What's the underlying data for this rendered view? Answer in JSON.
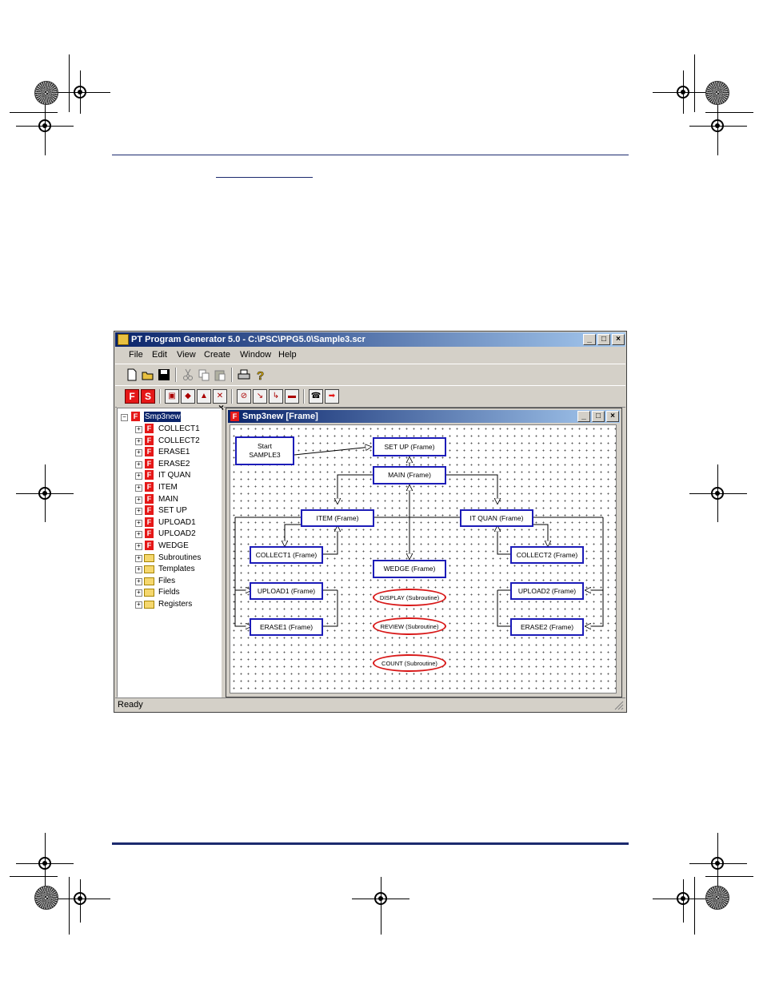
{
  "app": {
    "title": "PT Program Generator 5.0 - C:\\PSC\\PPG5.0\\Sample3.scr",
    "controls": {
      "minimize": "_",
      "maximize": "□",
      "close": "×"
    },
    "menu": [
      "File",
      "Edit",
      "View",
      "Create",
      "Window",
      "Help"
    ],
    "toolbar1": [
      "new-icon",
      "open-icon",
      "save-icon",
      "cut-icon",
      "copy-icon",
      "paste-icon",
      "print-icon",
      "help-icon"
    ],
    "toolbar2": [
      "frame-icon",
      "subroutine-icon",
      "field-icon",
      "draw1-icon",
      "draw2-icon",
      "draw3-icon",
      "link1-icon",
      "link2-icon",
      "link3-icon",
      "link4-icon",
      "phone-icon",
      "exit-icon"
    ],
    "toolbar2_glyphs": [
      "F",
      "S"
    ],
    "status": "Ready"
  },
  "tree": {
    "close": "×",
    "root": "Smp3new",
    "frames": [
      "COLLECT1",
      "COLLECT2",
      "ERASE1",
      "ERASE2",
      "IT QUAN",
      "ITEM",
      "MAIN",
      "SET UP",
      "UPLOAD1",
      "UPLOAD2",
      "WEDGE"
    ],
    "folders": [
      "Subroutines",
      "Templates",
      "Files",
      "Fields",
      "Registers"
    ]
  },
  "child": {
    "title": "Smp3new [Frame]",
    "diagram": {
      "start": [
        "Start",
        "SAMPLE3"
      ],
      "frames": {
        "setup": "SET UP (Frame)",
        "main": "MAIN (Frame)",
        "item": "ITEM (Frame)",
        "itquan": "IT QUAN (Frame)",
        "collect1": "COLLECT1 (Frame)",
        "collect2": "COLLECT2 (Frame)",
        "wedge": "WEDGE (Frame)",
        "upload1": "UPLOAD1 (Frame)",
        "upload2": "UPLOAD2 (Frame)",
        "erase1": "ERASE1 (Frame)",
        "erase2": "ERASE2 (Frame)"
      },
      "subroutines": {
        "display": "DISPLAY (Subroutine)",
        "review": "REVIEW (Subroutine)",
        "count": "COUNT (Subroutine)"
      }
    }
  }
}
